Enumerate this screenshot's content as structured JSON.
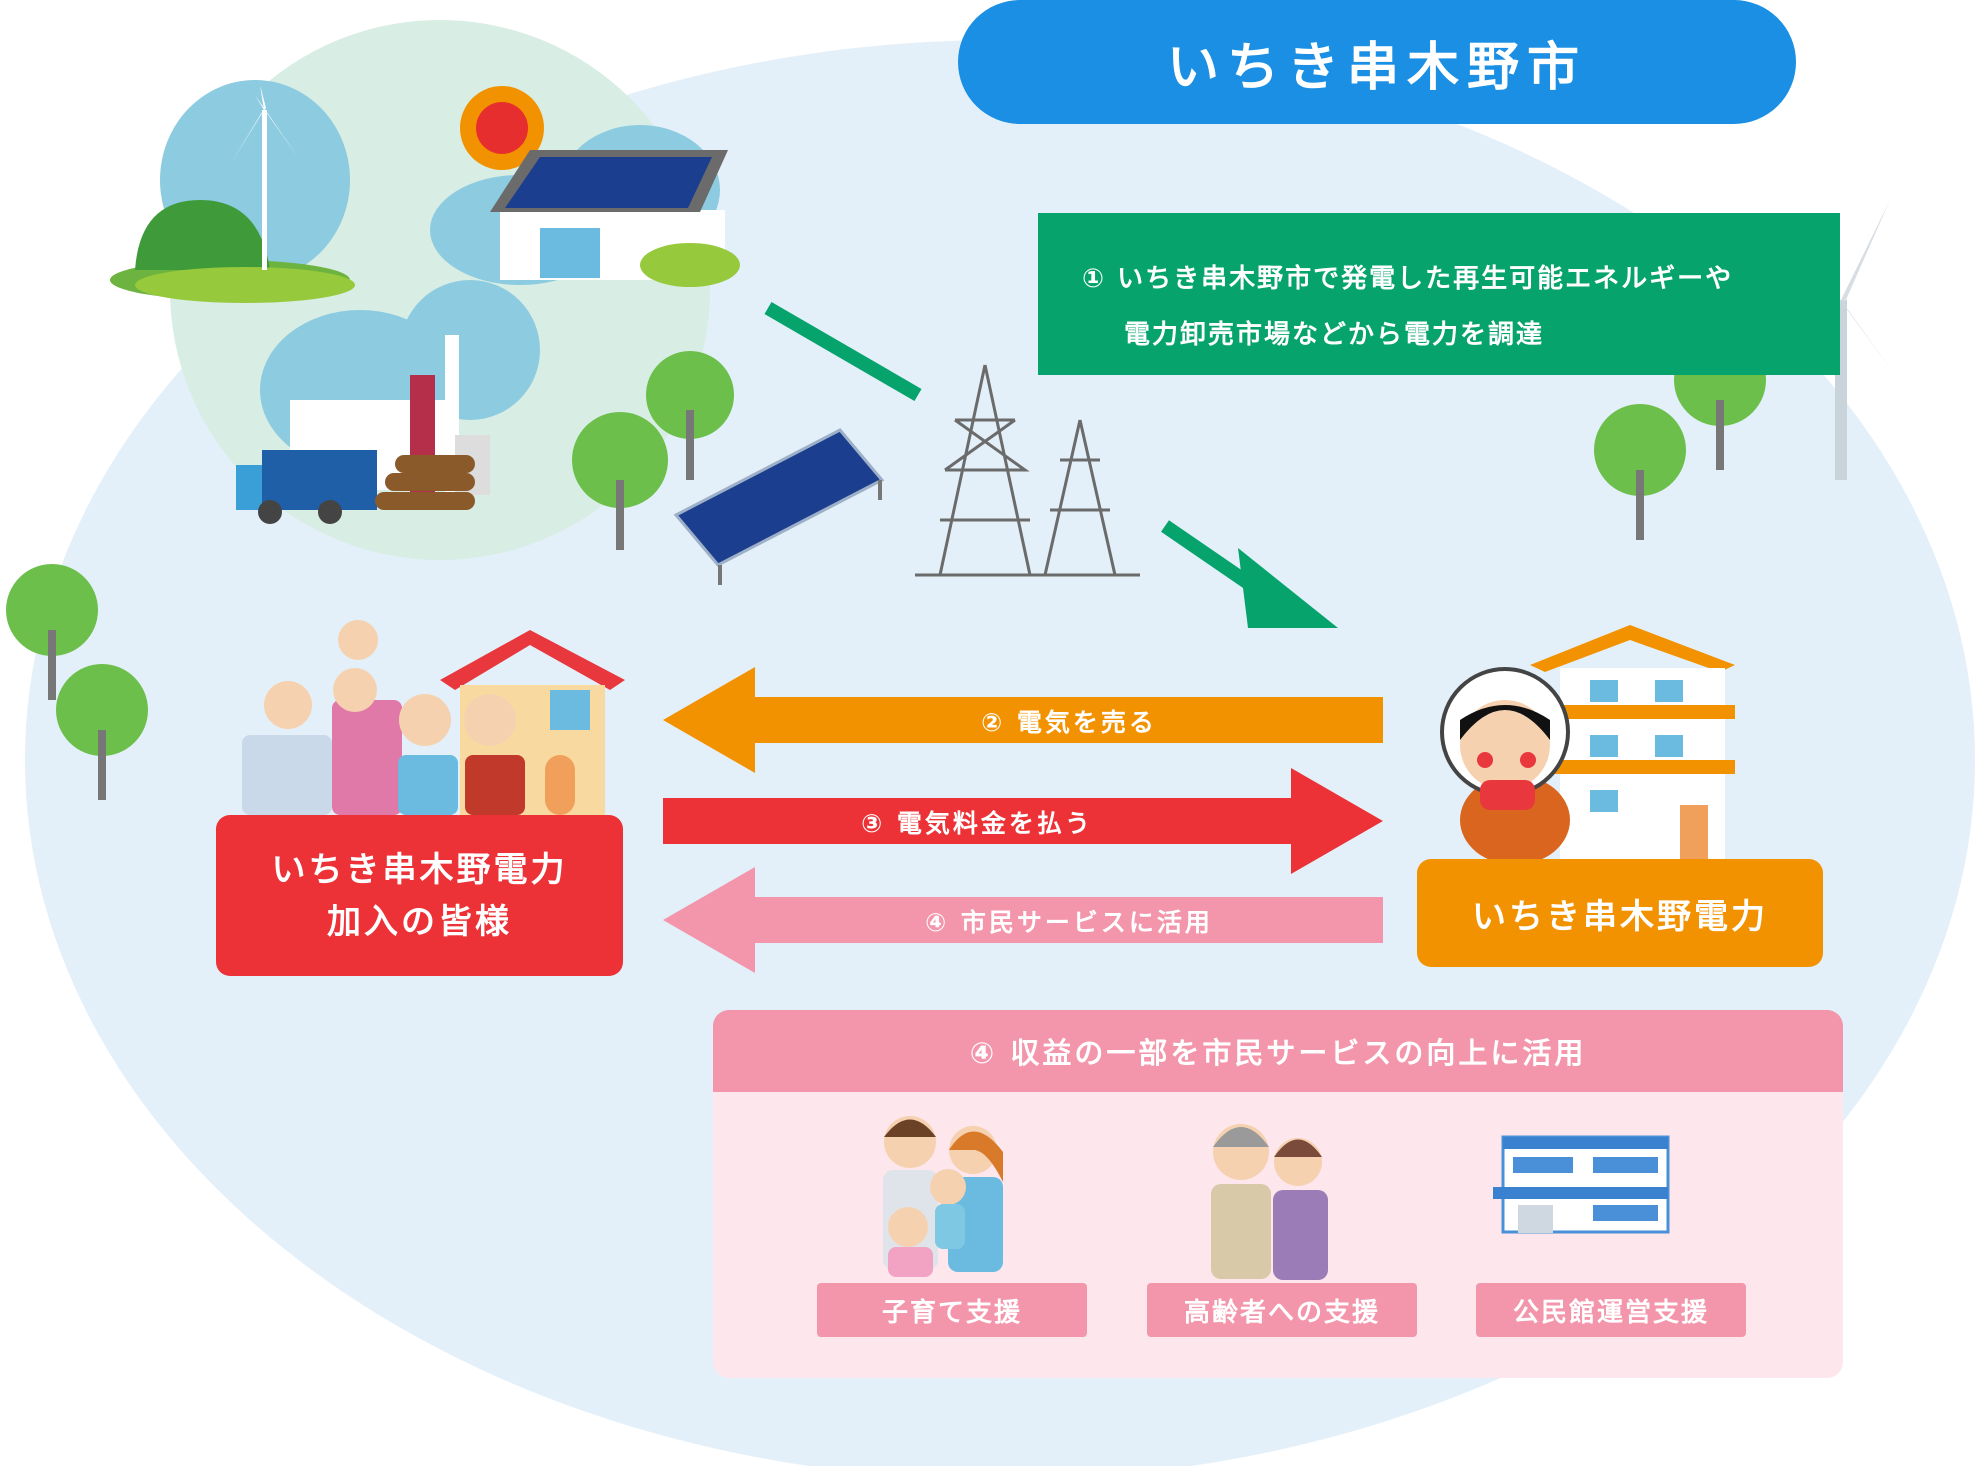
{
  "title": "いちき串木野市",
  "procurement": {
    "line1": "① いちき串木野市で発電した再生可能エネルギーや",
    "line2": "電力卸売市場などから電力を調達"
  },
  "subscribers": {
    "line1": "いちき串木野電力",
    "line2": "加入の皆様"
  },
  "company": {
    "label": "いちき串木野電力"
  },
  "flows": {
    "sell": "② 電気を売る",
    "pay": "③ 電気料金を払う",
    "service": "④ 市民サービスに活用"
  },
  "services_panel": {
    "heading": "④ 収益の一部を市民サービスの向上に活用",
    "items": [
      {
        "label": "子育て支援"
      },
      {
        "label": "高齢者への支援"
      },
      {
        "label": "公民館運営支援"
      }
    ]
  },
  "colors": {
    "title_blue": "#1a8fe3",
    "green": "#06a36c",
    "red": "#ec3237",
    "orange": "#f39200",
    "pink": "#f396ab",
    "light_pink": "#fde6ec",
    "bg_blue": "#e3f0fa"
  },
  "icons": [
    "wind-turbine-icon",
    "solar-house-icon",
    "biomass-plant-icon",
    "solar-panel-icon",
    "power-tower-icon",
    "tree-icon",
    "family-icon",
    "apartment-icon",
    "mascot-icon",
    "community-hall-icon"
  ]
}
